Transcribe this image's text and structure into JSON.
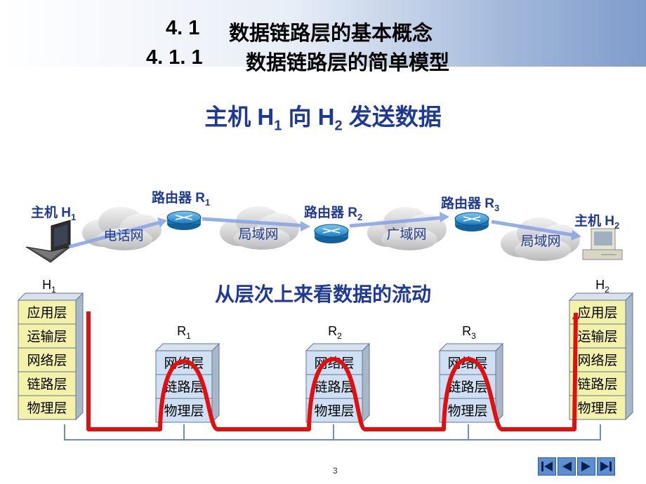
{
  "title": {
    "line1_num": "4. 1",
    "line1_text": "数据链路层的基本概念",
    "line2_num": "4. 1. 1",
    "line2_text": "数据链路层的简单模型"
  },
  "subtitle": {
    "pre": "主机 H",
    "sub1": "1",
    "mid": " 向 H",
    "sub2": "2",
    "post": " 发送数据"
  },
  "network": {
    "host1": {
      "text": "主机 H",
      "sub": "1"
    },
    "host2": {
      "text": "主机 H",
      "sub": "2"
    },
    "router1": {
      "text": "路由器 R",
      "sub": "1"
    },
    "router2": {
      "text": "路由器 R",
      "sub": "2"
    },
    "router3": {
      "text": "路由器 R",
      "sub": "3"
    },
    "cloud1": "电话网",
    "cloud2": "局域网",
    "cloud3": "广域网",
    "cloud4": "局域网"
  },
  "flow_title": "从层次上来看数据的流动",
  "stacks": {
    "h1": {
      "label": "H",
      "sub": "1",
      "layers": [
        "应用层",
        "运输层",
        "网络层",
        "链路层",
        "物理层"
      ]
    },
    "h2": {
      "label": "H",
      "sub": "2",
      "layers": [
        "应用层",
        "运输层",
        "网络层",
        "链路层",
        "物理层"
      ]
    },
    "r1": {
      "label": "R",
      "sub": "1",
      "layers": [
        "网络层",
        "链路层",
        "物理层"
      ]
    },
    "r2": {
      "label": "R",
      "sub": "2",
      "layers": [
        "网络层",
        "链路层",
        "物理层"
      ]
    },
    "r3": {
      "label": "R",
      "sub": "3",
      "layers": [
        "网络层",
        "链路层",
        "物理层"
      ]
    }
  },
  "colors": {
    "stack_fill": "#f3f2a8",
    "router_stack_fill": "#cfe0f5",
    "flow_line": "#e01010",
    "text_blue": "#1f3a93"
  },
  "page_number": "3",
  "nav_icons": [
    "first-icon",
    "prev-icon",
    "next-icon",
    "last-icon"
  ]
}
